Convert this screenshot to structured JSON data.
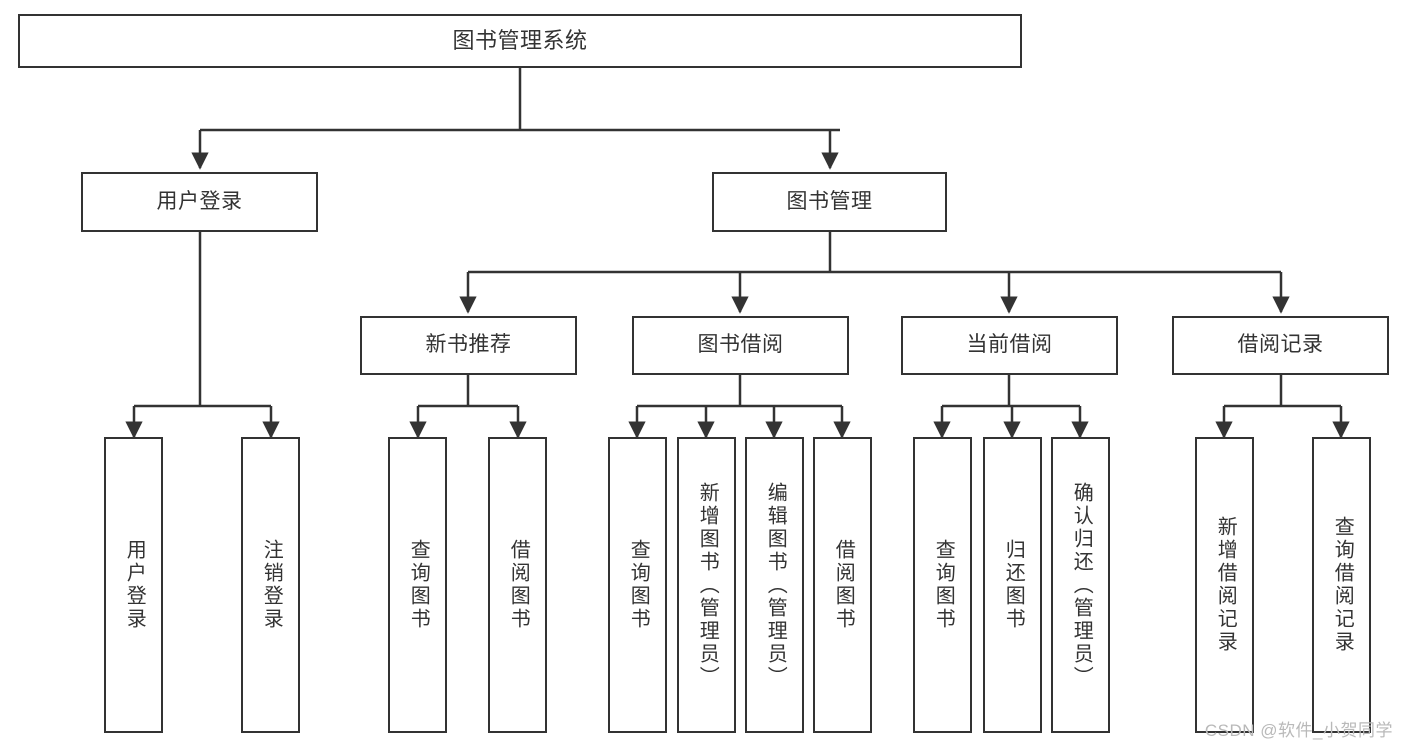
{
  "diagram": {
    "title": "图书管理系统",
    "type": "tree",
    "watermark": "CSDN @软件_小贺同学",
    "colors": {
      "stroke": "#333333",
      "fill": "#ffffff",
      "text": "#333333",
      "watermark": "#b9b9b9"
    },
    "nodes": {
      "root": {
        "label": "图书管理系统",
        "orientation": "horizontal"
      },
      "l1": [
        {
          "label": "用户登录",
          "orientation": "horizontal"
        },
        {
          "label": "图书管理",
          "orientation": "horizontal"
        }
      ],
      "l2": [
        {
          "label": "新书推荐",
          "orientation": "horizontal"
        },
        {
          "label": "图书借阅",
          "orientation": "horizontal"
        },
        {
          "label": "当前借阅",
          "orientation": "horizontal"
        },
        {
          "label": "借阅记录",
          "orientation": "horizontal"
        }
      ],
      "leaves": {
        "user_login": [
          {
            "label": "用户登录",
            "orientation": "vertical"
          },
          {
            "label": "注销登录",
            "orientation": "vertical"
          }
        ],
        "new_books": [
          {
            "label": "查询图书",
            "orientation": "vertical"
          },
          {
            "label": "借阅图书",
            "orientation": "vertical"
          }
        ],
        "borrow_books": [
          {
            "label": "查询图书",
            "orientation": "vertical"
          },
          {
            "label": "新增图书（管理员）",
            "orientation": "vertical"
          },
          {
            "label": "编辑图书（管理员）",
            "orientation": "vertical"
          },
          {
            "label": "借阅图书",
            "orientation": "vertical"
          }
        ],
        "current_borrow": [
          {
            "label": "查询图书",
            "orientation": "vertical"
          },
          {
            "label": "归还图书",
            "orientation": "vertical"
          },
          {
            "label": "确认归还（管理员）",
            "orientation": "vertical"
          }
        ],
        "borrow_records": [
          {
            "label": "新增借阅记录",
            "orientation": "vertical"
          },
          {
            "label": "查询借阅记录",
            "orientation": "vertical"
          }
        ]
      }
    }
  }
}
